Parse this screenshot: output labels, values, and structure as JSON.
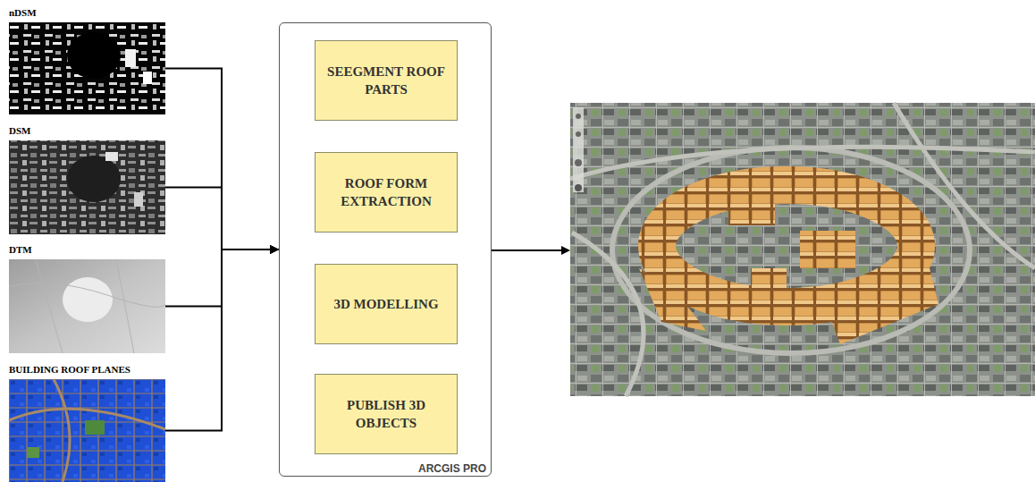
{
  "diagram": {
    "nodes": [
      {
        "text": [
          "nDSM"
        ]
      },
      {
        "text": [
          "DSM"
        ]
      },
      {
        "text": [
          "DTM"
        ]
      },
      {
        "text": [
          "BUILDING ROOF PLANES"
        ]
      },
      {
        "text": [
          "ARCGIS PRO"
        ]
      },
      {
        "text": [
          "SEEGMENT ROOF PARTS"
        ],
        "in": 4
      },
      {
        "text": [
          "ROOF FORM EXTRACTION"
        ],
        "in": 4
      },
      {
        "text": [
          "3D MODELLING"
        ],
        "in": 4
      },
      {
        "text": [
          "PUBLISH 3D OBJECTS"
        ],
        "in": 4
      }
    ],
    "edges": [
      {
        "from": 0,
        "to": 4,
        "arrow": "to"
      },
      {
        "from": 1,
        "to": 4,
        "arrow": "to"
      },
      {
        "from": 2,
        "to": 4,
        "arrow": "to"
      },
      {
        "from": 3,
        "to": 4,
        "arrow": "to"
      }
    ]
  }
}
